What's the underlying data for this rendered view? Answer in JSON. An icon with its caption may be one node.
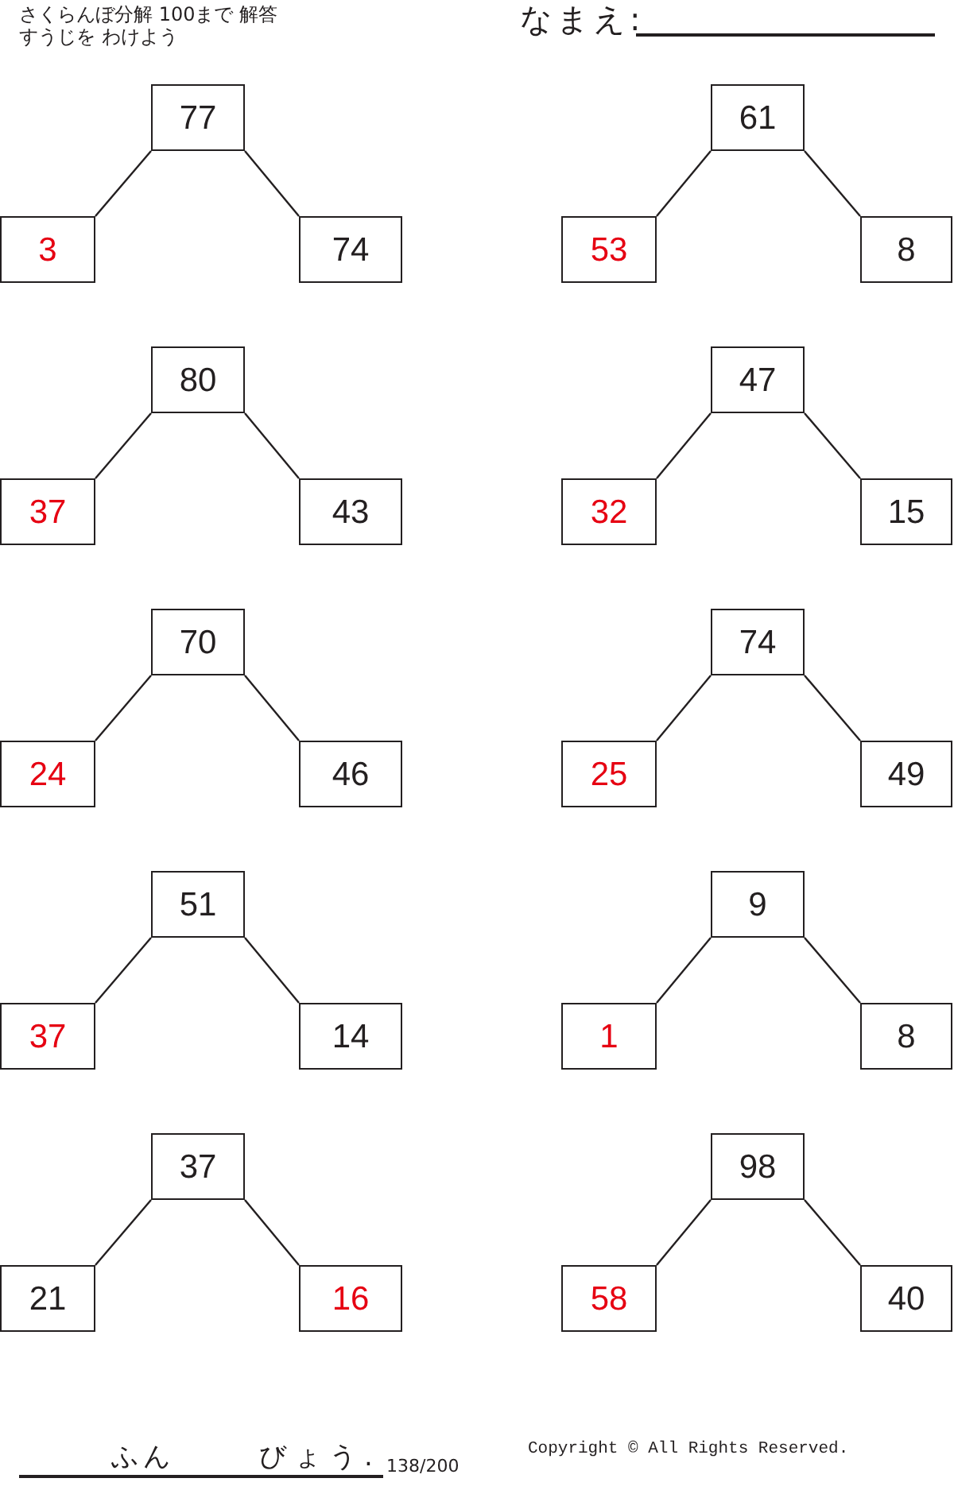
{
  "diagram": {
    "nodes": [
      {
        "text": [
          "77"
        ]
      },
      {
        "text": [
          "3"
        ]
      },
      {
        "text": [
          "74"
        ]
      },
      {
        "text": [
          "61"
        ]
      },
      {
        "text": [
          "53"
        ]
      },
      {
        "text": [
          "8"
        ]
      },
      {
        "text": [
          "80"
        ]
      },
      {
        "text": [
          "37"
        ]
      },
      {
        "text": [
          "43"
        ]
      },
      {
        "text": [
          "47"
        ]
      },
      {
        "text": [
          "32"
        ]
      },
      {
        "text": [
          "15"
        ]
      },
      {
        "text": [
          "70"
        ]
      },
      {
        "text": [
          "24"
        ]
      },
      {
        "text": [
          "46"
        ]
      },
      {
        "text": [
          "74"
        ]
      },
      {
        "text": [
          "25"
        ]
      },
      {
        "text": [
          "49"
        ]
      },
      {
        "text": [
          "51"
        ]
      },
      {
        "text": [
          "37"
        ]
      },
      {
        "text": [
          "14"
        ]
      },
      {
        "text": [
          "9"
        ]
      },
      {
        "text": [
          "1"
        ]
      },
      {
        "text": [
          "8"
        ]
      },
      {
        "text": [
          "37"
        ]
      },
      {
        "text": [
          "21"
        ]
      },
      {
        "text": [
          "16"
        ]
      },
      {
        "text": [
          "98"
        ]
      },
      {
        "text": [
          "58"
        ]
      },
      {
        "text": [
          "40"
        ]
      }
    ],
    "edges": [
      {
        "from": 0,
        "to": 1,
        "arrow": "none"
      },
      {
        "from": 0,
        "to": 2,
        "arrow": "none"
      },
      {
        "from": 3,
        "to": 4,
        "arrow": "none"
      },
      {
        "from": 3,
        "to": 5,
        "arrow": "none"
      },
      {
        "from": 6,
        "to": 7,
        "arrow": "none"
      },
      {
        "from": 6,
        "to": 8,
        "arrow": "none"
      },
      {
        "from": 9,
        "to": 10,
        "arrow": "none"
      },
      {
        "from": 9,
        "to": 11,
        "arrow": "none"
      },
      {
        "from": 12,
        "to": 13,
        "arrow": "none"
      },
      {
        "from": 12,
        "to": 14,
        "arrow": "none"
      },
      {
        "from": 15,
        "to": 16,
        "arrow": "none"
      },
      {
        "from": 15,
        "to": 17,
        "arrow": "none"
      },
      {
        "from": 18,
        "to": 19,
        "arrow": "none"
      },
      {
        "from": 18,
        "to": 20,
        "arrow": "none"
      },
      {
        "from": 21,
        "to": 22,
        "arrow": "none"
      },
      {
        "from": 21,
        "to": 23,
        "arrow": "none"
      },
      {
        "from": 24,
        "to": 25,
        "arrow": "none"
      },
      {
        "from": 24,
        "to": 26,
        "arrow": "none"
      },
      {
        "from": 27,
        "to": 28,
        "arrow": "none"
      },
      {
        "from": 27,
        "to": 29,
        "arrow": "none"
      }
    ],
    "labels": [
      "さくらんぼ分解 100まで 解答",
      "すうじを わけよう",
      "なまえ:",
      "ふん",
      "びょう.",
      "138/200",
      "Copyright © All Rights Reserved."
    ]
  }
}
